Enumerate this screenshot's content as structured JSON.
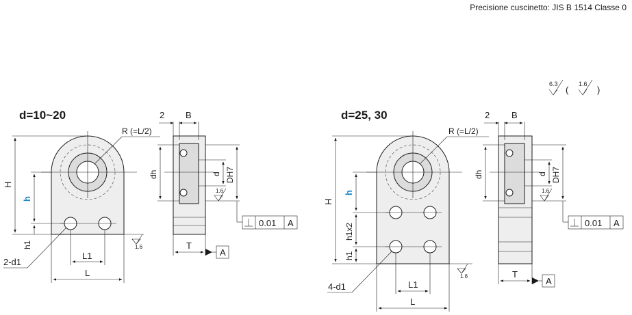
{
  "header": {
    "note": "Precisione cuscinetto: JIS   B   1514   Classe 0"
  },
  "surface_note": {
    "rough_a": "6.3",
    "rough_b": "1.6",
    "open": "(",
    "close": ")"
  },
  "left_view": {
    "title": "d=10~20",
    "radius_label": "R (=L/2)",
    "dim_H": "H",
    "dim_h": "h",
    "dim_h1": "h1",
    "holes": "2-d1",
    "dim_L1": "L1",
    "dim_L": "L",
    "roughness": "1.6",
    "side": {
      "dim_2": "2",
      "dim_B": "B",
      "dim_dh": "dh",
      "dim_d": "d",
      "dim_D": "DH7",
      "roughness": "1.6",
      "tolerance": "0.01",
      "datum": "A",
      "dim_T": "T",
      "datum_label": "A"
    }
  },
  "right_view": {
    "title": "d=25, 30",
    "radius_label": "R (=L/2)",
    "dim_H": "H",
    "dim_h": "h",
    "dim_h1x2": "h1x2",
    "dim_h1": "h1",
    "holes": "4-d1",
    "dim_L1": "L1",
    "dim_L": "L",
    "roughness": "1.6",
    "side": {
      "dim_2": "2",
      "dim_B": "B",
      "dim_dh": "dh",
      "dim_d": "d",
      "dim_D": "DH7",
      "roughness": "1.6",
      "tolerance": "0.01",
      "datum": "A",
      "dim_T": "T",
      "datum_label": "A"
    }
  },
  "colors": {
    "accent_h": "#1e88c8",
    "line": "#1a1a1a",
    "part_fill": "#eeeeee"
  }
}
